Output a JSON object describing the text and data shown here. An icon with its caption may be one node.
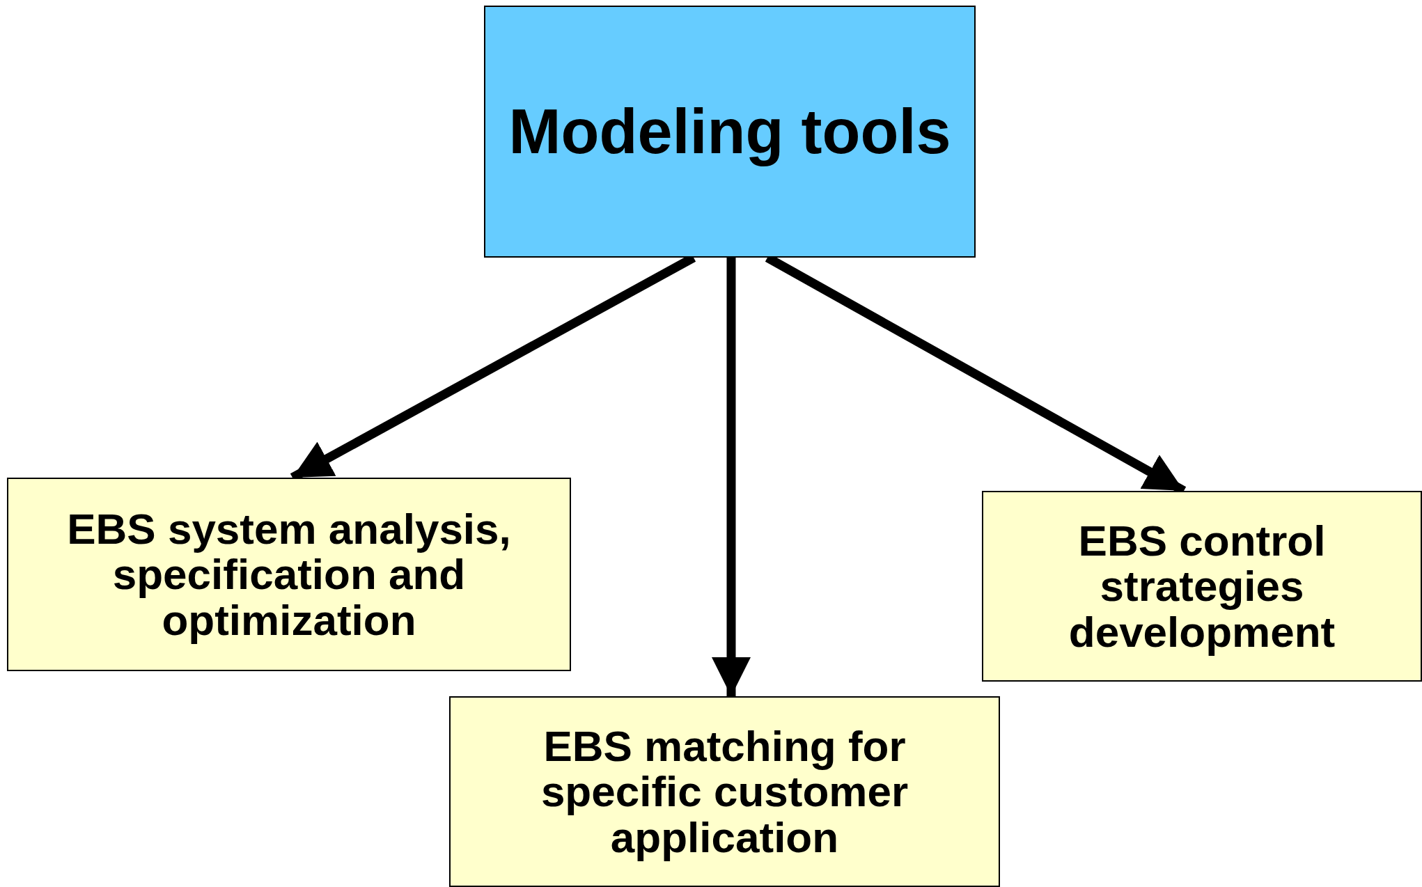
{
  "diagram": {
    "nodes": [
      {
        "text": [
          "Modeling tools"
        ]
      },
      {
        "text": [
          "EBS system analysis, specification and optimization"
        ]
      },
      {
        "text": [
          "EBS matching for specific customer application"
        ]
      },
      {
        "text": [
          "EBS control strategies development"
        ]
      }
    ],
    "edges": [
      {
        "from": 0,
        "to": 1,
        "arrow": "to"
      },
      {
        "from": 0,
        "to": 2,
        "arrow": "to"
      },
      {
        "from": 0,
        "to": 3,
        "arrow": "to"
      }
    ]
  }
}
